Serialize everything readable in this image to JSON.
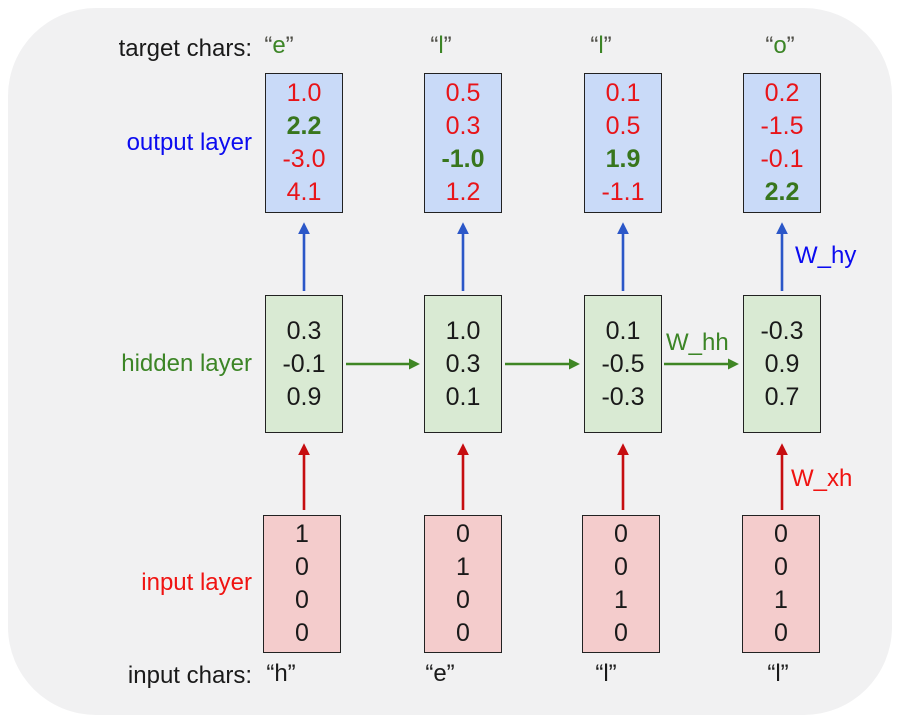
{
  "labels": {
    "target_chars": "target chars:",
    "output_layer": "output layer",
    "hidden_layer": "hidden layer",
    "input_layer": "input layer",
    "input_chars": "input chars:"
  },
  "weights": {
    "w_hy": "W_hy",
    "w_hh": "W_hh",
    "w_xh": "W_xh"
  },
  "punctuation": {
    "open_quote": "“",
    "close_quote": "”"
  },
  "columns": [
    {
      "target_char": "e",
      "output_values": [
        "1.0",
        "2.2",
        "-3.0",
        "4.1"
      ],
      "output_highlight_index": 1,
      "hidden_values": [
        "0.3",
        "-0.1",
        "0.9"
      ],
      "input_values": [
        "1",
        "0",
        "0",
        "0"
      ],
      "input_char": "“h”"
    },
    {
      "target_char": "l",
      "output_values": [
        "0.5",
        "0.3",
        "-1.0",
        "1.2"
      ],
      "output_highlight_index": 2,
      "hidden_values": [
        "1.0",
        "0.3",
        "0.1"
      ],
      "input_values": [
        "0",
        "1",
        "0",
        "0"
      ],
      "input_char": "“e”"
    },
    {
      "target_char": "l",
      "output_values": [
        "0.1",
        "0.5",
        "1.9",
        "-1.1"
      ],
      "output_highlight_index": 2,
      "hidden_values": [
        "0.1",
        "-0.5",
        "-0.3"
      ],
      "input_values": [
        "0",
        "0",
        "1",
        "0"
      ],
      "input_char": "“l”"
    },
    {
      "target_char": "o",
      "output_values": [
        "0.2",
        "-1.5",
        "-0.1",
        "2.2"
      ],
      "output_highlight_index": 3,
      "hidden_values": [
        "-0.3",
        "0.9",
        "0.7"
      ],
      "input_values": [
        "0",
        "0",
        "1",
        "0"
      ],
      "input_char": "“l”"
    }
  ],
  "colors": {
    "canvas_bg": "#f1f1f2",
    "output_box_fill": "#c9daf8",
    "hidden_box_fill": "#d9ead3",
    "input_box_fill": "#f4cccc",
    "red_text": "#e81419",
    "green_bold_text": "#38761d",
    "black_text": "#1a1a1a",
    "blue_label": "#0b0bf0",
    "green_label": "#3c8526",
    "red_label": "#f01311",
    "blue_arrow": "#2b57c8",
    "green_arrow": "#3f8624",
    "red_arrow": "#c60d10"
  }
}
